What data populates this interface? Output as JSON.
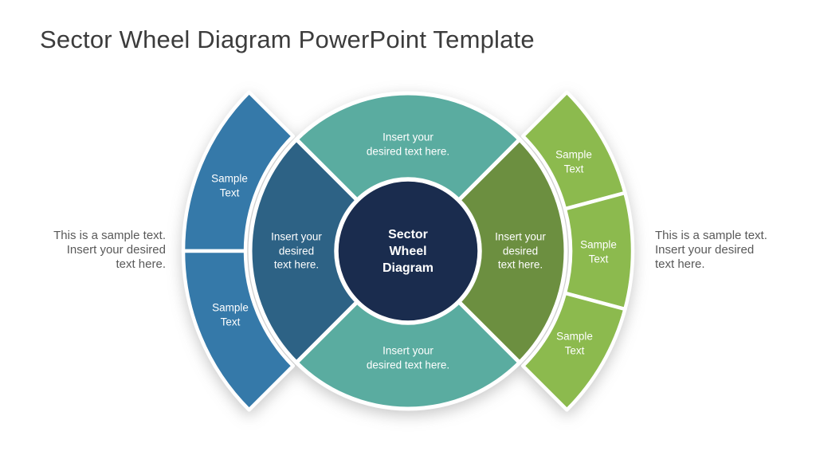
{
  "slide": {
    "title": "Sector Wheel Diagram PowerPoint Template"
  },
  "colors": {
    "slide_bg": "#FFFFFF",
    "title_text": "#3C3C3C",
    "note_text": "#595959",
    "label_text": "#FFFFFF",
    "divider": "#FFFFFF",
    "center_circle": "#1A2C4E",
    "ring_top": "#5AACA0",
    "ring_bottom": "#5AACA0",
    "ring_left": "#2D6285",
    "ring_right": "#6C8F40",
    "outer_left": "#3579A9",
    "outer_right": "#8CBA4E"
  },
  "wheel": {
    "center_label": "Sector\nWheel\nDiagram",
    "ring_sectors": {
      "top": {
        "label": "Insert your\ndesired text here."
      },
      "right": {
        "label": "Insert your\ndesired\ntext here."
      },
      "bottom": {
        "label": "Insert your\ndesired text here."
      },
      "left": {
        "label": "Insert your\ndesired\ntext here."
      }
    },
    "outer_segments_left": [
      {
        "label": "Sample\nText"
      },
      {
        "label": "Sample\nText"
      }
    ],
    "outer_segments_right": [
      {
        "label": "Sample\nText"
      },
      {
        "label": "Sample\nText"
      },
      {
        "label": "Sample\nText"
      }
    ]
  },
  "notes": {
    "left": "This is a sample text.\nInsert your desired\ntext here.",
    "right": "This is a sample text.\nInsert your desired\ntext here."
  }
}
